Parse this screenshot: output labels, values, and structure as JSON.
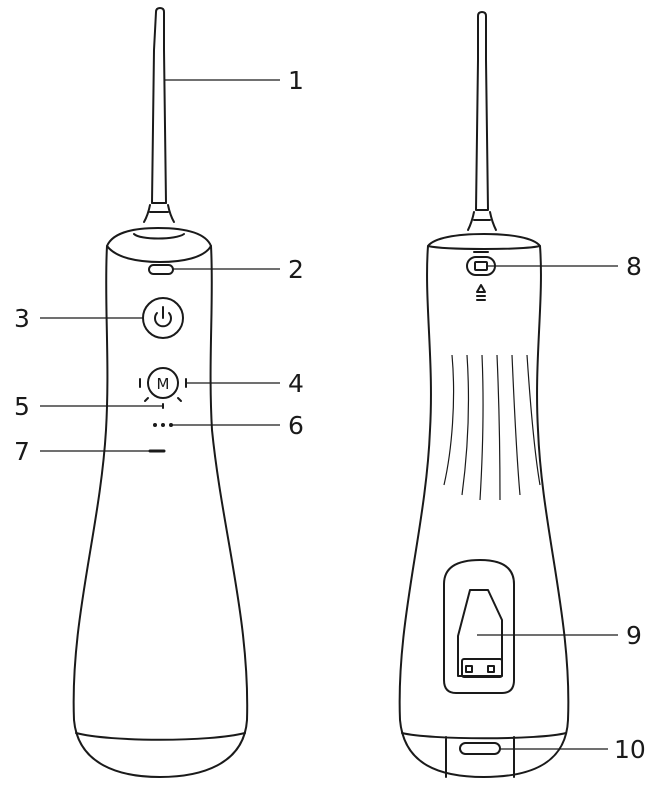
{
  "diagram": {
    "callouts": [
      {
        "id": "1",
        "label": "1"
      },
      {
        "id": "2",
        "label": "2"
      },
      {
        "id": "3",
        "label": "3"
      },
      {
        "id": "4",
        "label": "4"
      },
      {
        "id": "5",
        "label": "5"
      },
      {
        "id": "6",
        "label": "6"
      },
      {
        "id": "7",
        "label": "7"
      },
      {
        "id": "8",
        "label": "8"
      },
      {
        "id": "9",
        "label": "9"
      },
      {
        "id": "10",
        "label": "10"
      }
    ],
    "mode_button_glyph": "M"
  }
}
